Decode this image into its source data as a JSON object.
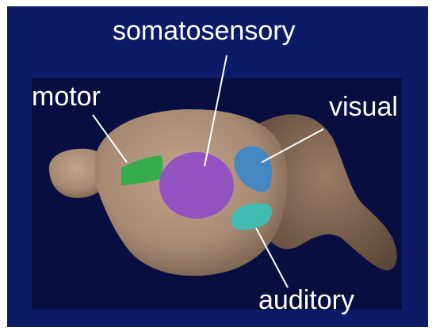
{
  "diagram": {
    "regions": [
      {
        "id": "somatosensory",
        "label": "somatosensory",
        "color": "#8f4fc4"
      },
      {
        "id": "motor",
        "label": "motor",
        "color": "#2fae4a"
      },
      {
        "id": "visual",
        "label": "visual",
        "color": "#3f87c4"
      },
      {
        "id": "auditory",
        "label": "auditory",
        "color": "#3bbfb5"
      }
    ],
    "colors": {
      "background": "#0d1a66",
      "inner_background": "#080f40",
      "brain": "#a88a73",
      "leader_line": "#ffffff",
      "label_text": "#ffffff"
    }
  }
}
